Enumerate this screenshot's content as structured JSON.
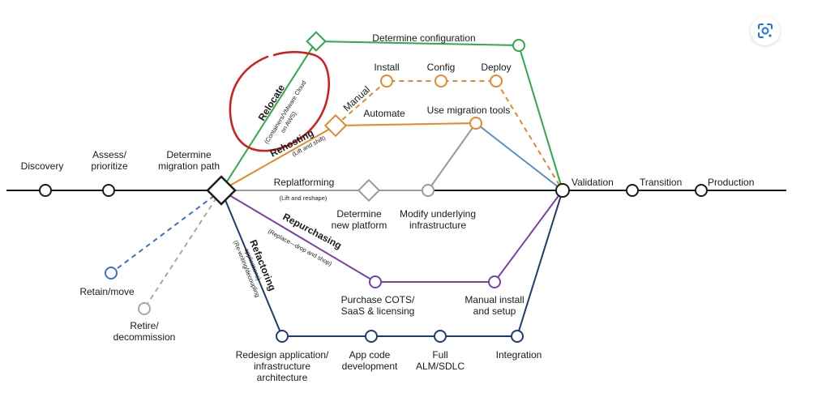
{
  "colors": {
    "main": "#1a1a1a",
    "relocate": "#2eaa4a",
    "rehost": "#e8872a",
    "replatform": "#9a9a9a",
    "repurchase": "#7a3fa8",
    "refactor": "#1f3b73",
    "retain": "#3b6fd4",
    "retire": "#a8a8a8",
    "validation_blue": "#5b8dc8",
    "annotation": "#d21a1a",
    "lens_icon": "#1a73e8"
  },
  "icons": {
    "lens": "google-lens-icon"
  },
  "stages": {
    "discovery": "Discovery",
    "assess_1": "Assess/",
    "assess_2": "prioritize",
    "determine_path_1": "Determine",
    "determine_path_2": "migration path",
    "validation": "Validation",
    "transition": "Transition",
    "production": "Production"
  },
  "relocate": {
    "title": "Relocate",
    "sub_1": "(Containers/VMware Cloud",
    "sub_2": "on AWS)",
    "config": "Determine configuration"
  },
  "rehost": {
    "title": "Rehosting",
    "sub": "(Lift and shift)",
    "manual": "Manual",
    "automate": "Automate",
    "install": "Install",
    "config": "Config",
    "deploy": "Deploy",
    "tools": "Use migration tools"
  },
  "replatform": {
    "title": "Replatforming",
    "sub": "(Lift and reshape)",
    "platform_1": "Determine",
    "platform_2": "new platform",
    "modify_1": "Modify underlying",
    "modify_2": "infrastructure"
  },
  "repurchase": {
    "title": "Repurchasing",
    "sub": "(Replace—drop and shop)",
    "cots_1": "Purchase COTS/",
    "cots_2": "SaaS & licensing",
    "manual_1": "Manual install",
    "manual_2": "and setup"
  },
  "refactor": {
    "title": "Refactoring",
    "sub_1": "(Re-writing/decoupling",
    "sub_2": "applications)",
    "redesign_1": "Redesign application/",
    "redesign_2": "infrastructure",
    "redesign_3": "architecture",
    "code_1": "App code",
    "code_2": "development",
    "alm_1": "Full",
    "alm_2": "ALM/SDLC",
    "integration": "Integration"
  },
  "retain": {
    "label": "Retain/move"
  },
  "retire": {
    "label_1": "Retire/",
    "label_2": "decommission"
  }
}
